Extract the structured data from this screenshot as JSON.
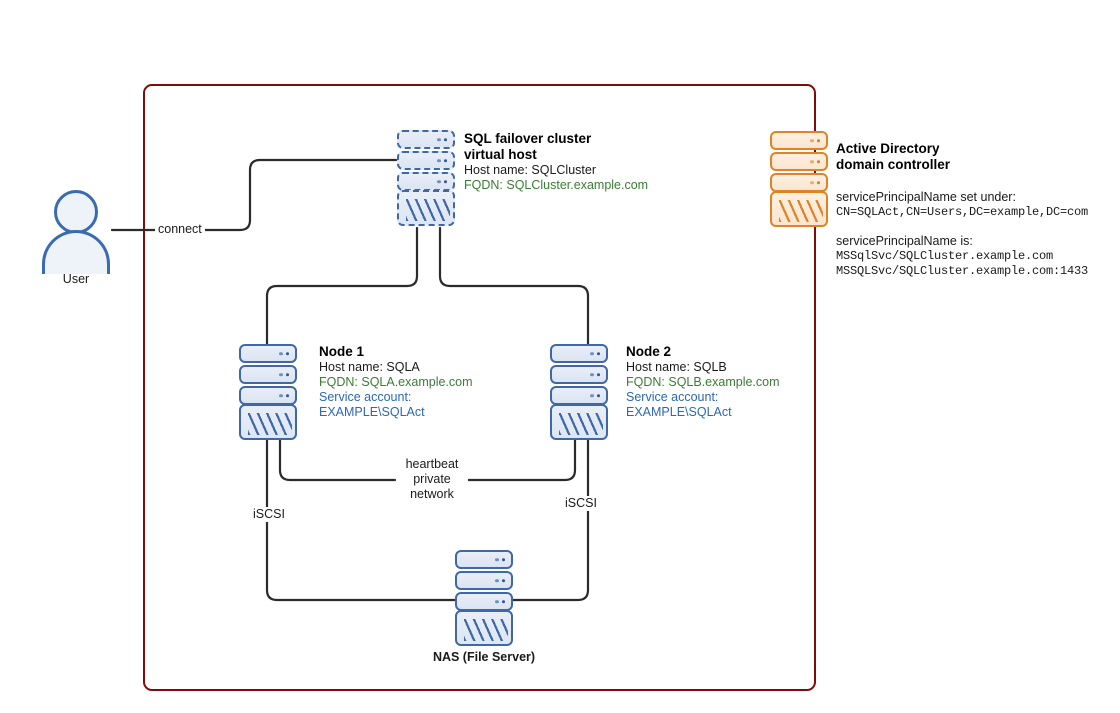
{
  "diagram": {
    "title": "SQL Server failover cluster with Active Directory",
    "boundary_color": "#7f0b0b",
    "node_color": "#3e68a8",
    "ad_color": "#e08326",
    "fqdn_color": "#3a7d34",
    "account_color": "#2c67b8"
  },
  "user": {
    "caption": "User",
    "icon": "user-icon"
  },
  "virtual_host": {
    "icon": "server-icon-dashed",
    "title_line1": "SQL failover cluster",
    "title_line2": "virtual host",
    "host_name": "Host name: SQLCluster",
    "fqdn": "FQDN: SQLCluster.example.com"
  },
  "node1": {
    "icon": "server-icon",
    "title": "Node 1",
    "host_name": "Host name: SQLA",
    "fqdn": "FQDN: SQLA.example.com",
    "service_account_label": "Service account:",
    "service_account_value": "EXAMPLE\\SQLAct"
  },
  "node2": {
    "icon": "server-icon",
    "title": "Node 2",
    "host_name": "Host name: SQLB",
    "fqdn": "FQDN: SQLB.example.com",
    "service_account_label": "Service account:",
    "service_account_value": "EXAMPLE\\SQLAct"
  },
  "nas": {
    "icon": "server-icon",
    "caption": "NAS (File Server)"
  },
  "active_directory": {
    "icon": "server-icon-orange",
    "title_line1": "Active Directory",
    "title_line2": "domain controller",
    "spn_set_under_label": "servicePrincipalName set under:",
    "spn_set_under_value": "CN=SQLAct,CN=Users,DC=example,DC=com",
    "spn_is_label": "servicePrincipalName is:",
    "spn_is_value1": "MSSqlSvc/SQLCluster.example.com",
    "spn_is_value2": "MSSQLSvc/SQLCluster.example.com:1433"
  },
  "edges": {
    "connect": "connect",
    "heartbeat_line1": "heartbeat",
    "heartbeat_line2": "private",
    "heartbeat_line3": "network",
    "iscsi_left": "iSCSI",
    "iscsi_right": "iSCSI"
  }
}
